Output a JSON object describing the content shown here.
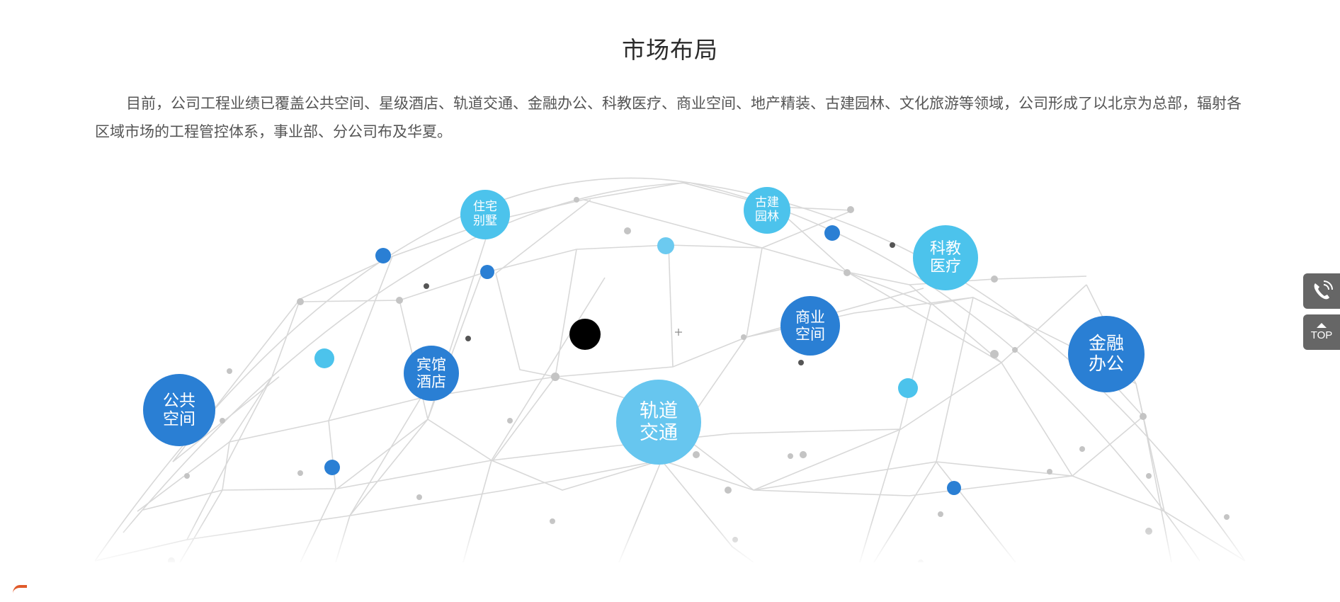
{
  "section": {
    "title": "市场布局",
    "intro": "目前，公司工程业绩已覆盖公共空间、星级酒店、轨道交通、金融办公、科教医疗、商业空间、地产精装、古建园林、文化旅游等领域，公司形成了以北京为总部，辐射各区域市场的工程管控体系，事业部、分公司布及华夏。"
  },
  "globe": {
    "bubbles": [
      {
        "id": "public",
        "lines": [
          "公共",
          "空间"
        ]
      },
      {
        "id": "hotel",
        "lines": [
          "宾馆",
          "酒店"
        ]
      },
      {
        "id": "rail",
        "lines": [
          "轨道",
          "交通"
        ]
      },
      {
        "id": "commerce",
        "lines": [
          "商业",
          "空间"
        ]
      },
      {
        "id": "finance",
        "lines": [
          "金融",
          "办公"
        ]
      },
      {
        "id": "residence",
        "lines": [
          "住宅",
          "别墅"
        ]
      },
      {
        "id": "garden",
        "lines": [
          "古建",
          "园林"
        ]
      },
      {
        "id": "edu",
        "lines": [
          "科教",
          "医疗"
        ]
      }
    ]
  },
  "sidebar": {
    "phone_icon": "phone-icon",
    "top_label": "TOP"
  },
  "colors": {
    "dark_blue": "#2a7fd4",
    "light_blue": "#4cc3ec",
    "line_gray": "#d9d9d9"
  }
}
